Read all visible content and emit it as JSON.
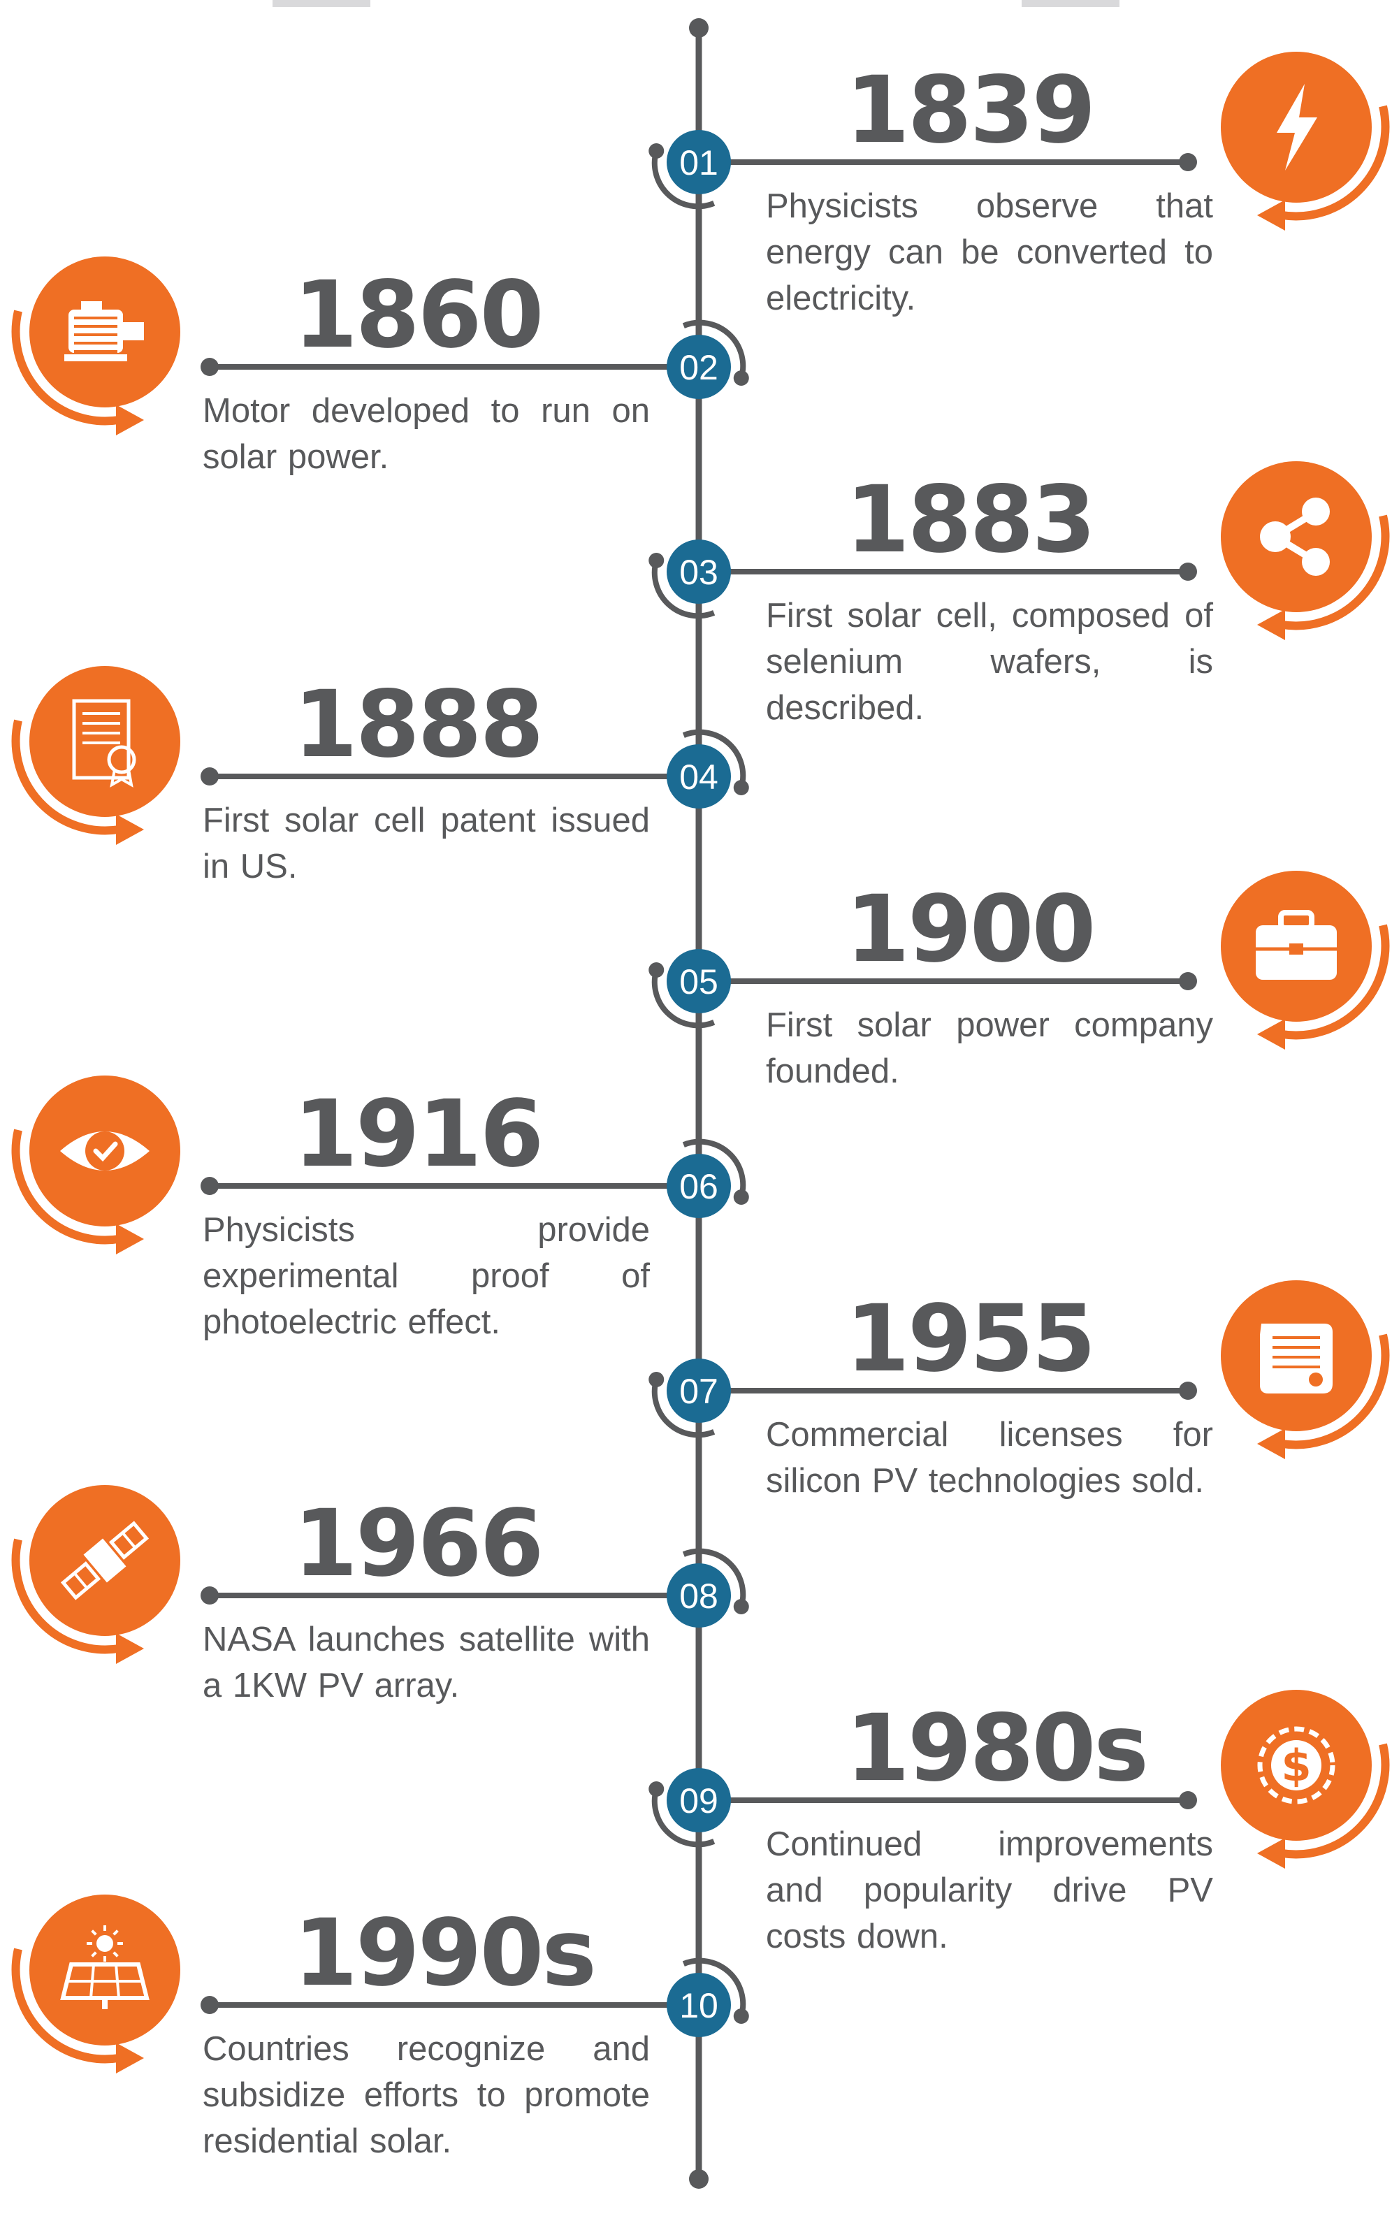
{
  "colors": {
    "line": "#58595b",
    "badge": "#1b6b93",
    "icon": "#ef6f24",
    "text": "#58595b"
  },
  "milestones": [
    {
      "num": "01",
      "year": "1839",
      "desc": "Physicists observe that energy can be converted to electricity.",
      "side": "right",
      "icon": "lightning-icon"
    },
    {
      "num": "02",
      "year": "1860",
      "desc": "Motor developed to run on solar power.",
      "side": "left",
      "icon": "motor-icon"
    },
    {
      "num": "03",
      "year": "1883",
      "desc": "First solar cell, composed of selenium wafers, is described.",
      "side": "right",
      "icon": "share-icon"
    },
    {
      "num": "04",
      "year": "1888",
      "desc": "First solar cell patent issued in US.",
      "side": "left",
      "icon": "certificate-icon"
    },
    {
      "num": "05",
      "year": "1900",
      "desc": "First solar power company founded.",
      "side": "right",
      "icon": "briefcase-icon"
    },
    {
      "num": "06",
      "year": "1916",
      "desc": "Physicists provide experimental proof of photoelectric effect.",
      "side": "left",
      "icon": "eye-check-icon"
    },
    {
      "num": "07",
      "year": "1955",
      "desc": "Commercial licenses for silicon PV technologies sold.",
      "side": "right",
      "icon": "scroll-icon"
    },
    {
      "num": "08",
      "year": "1966",
      "desc": "NASA launches satellite with a 1KW PV array.",
      "side": "left",
      "icon": "satellite-icon"
    },
    {
      "num": "09",
      "year": "1980s",
      "desc": "Continued improvements and popularity drive PV costs down.",
      "side": "right",
      "icon": "dollar-cycle-icon"
    },
    {
      "num": "10",
      "year": "1990s",
      "desc": "Countries recognize and subsidize efforts to promote residential solar.",
      "side": "left",
      "icon": "solar-panel-icon"
    }
  ]
}
